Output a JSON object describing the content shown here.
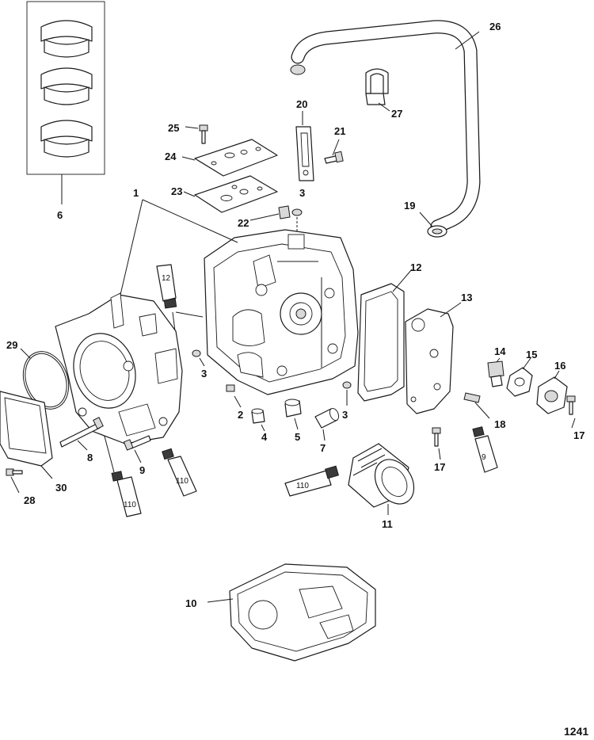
{
  "figure_reference": "1241",
  "callouts": {
    "c1": "1",
    "c2": "2",
    "c3a": "3",
    "c3b": "3",
    "c3c": "3",
    "c4": "4",
    "c5": "5",
    "c6": "6",
    "c7": "7",
    "c8": "8",
    "c9": "9",
    "c10": "10",
    "c11": "11",
    "c12": "12",
    "c13": "13",
    "c14": "14",
    "c15": "15",
    "c16": "16",
    "c17a": "17",
    "c17b": "17",
    "c18": "18",
    "c19": "19",
    "c20": "20",
    "c21": "21",
    "c22": "22",
    "c23": "23",
    "c24": "24",
    "c25": "25",
    "c26": "26",
    "c27": "27",
    "c28": "28",
    "c29": "29",
    "c30": "30"
  },
  "tube_labels": {
    "t12": "12",
    "t9": "9",
    "t110a": "110",
    "t110b": "110",
    "t110c": "110"
  }
}
